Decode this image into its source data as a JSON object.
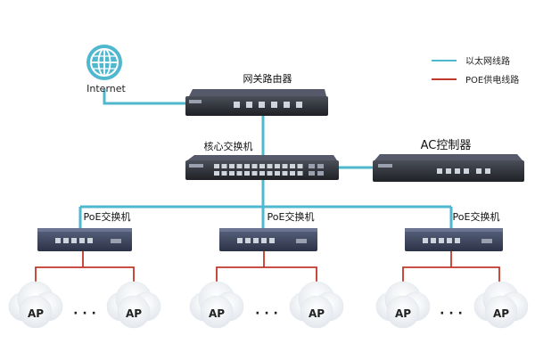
{
  "internet": {
    "label": "Internet",
    "icon": "globe-icon"
  },
  "legend": {
    "ethernet": {
      "label": "以太网线路",
      "color": "#4fb8cf"
    },
    "poe": {
      "label": "POE供电线路",
      "color": "#c0392b"
    }
  },
  "devices": {
    "router": {
      "label": "网关路由器"
    },
    "core_switch": {
      "label": "核心交换机"
    },
    "ac_controller": {
      "label": "AC控制器"
    }
  },
  "poe_switches": [
    {
      "label": "PoE交换机"
    },
    {
      "label": "PoE交换机"
    },
    {
      "label": "PoE交换机"
    }
  ],
  "access_points": {
    "ap_label": "AP",
    "ellipsis": "· · ·"
  },
  "colors": {
    "device_body": "#2b2d33",
    "device_front": "#3a3d45",
    "poe_switch_body": "#3b4258",
    "cloud": "#eef1f5"
  }
}
